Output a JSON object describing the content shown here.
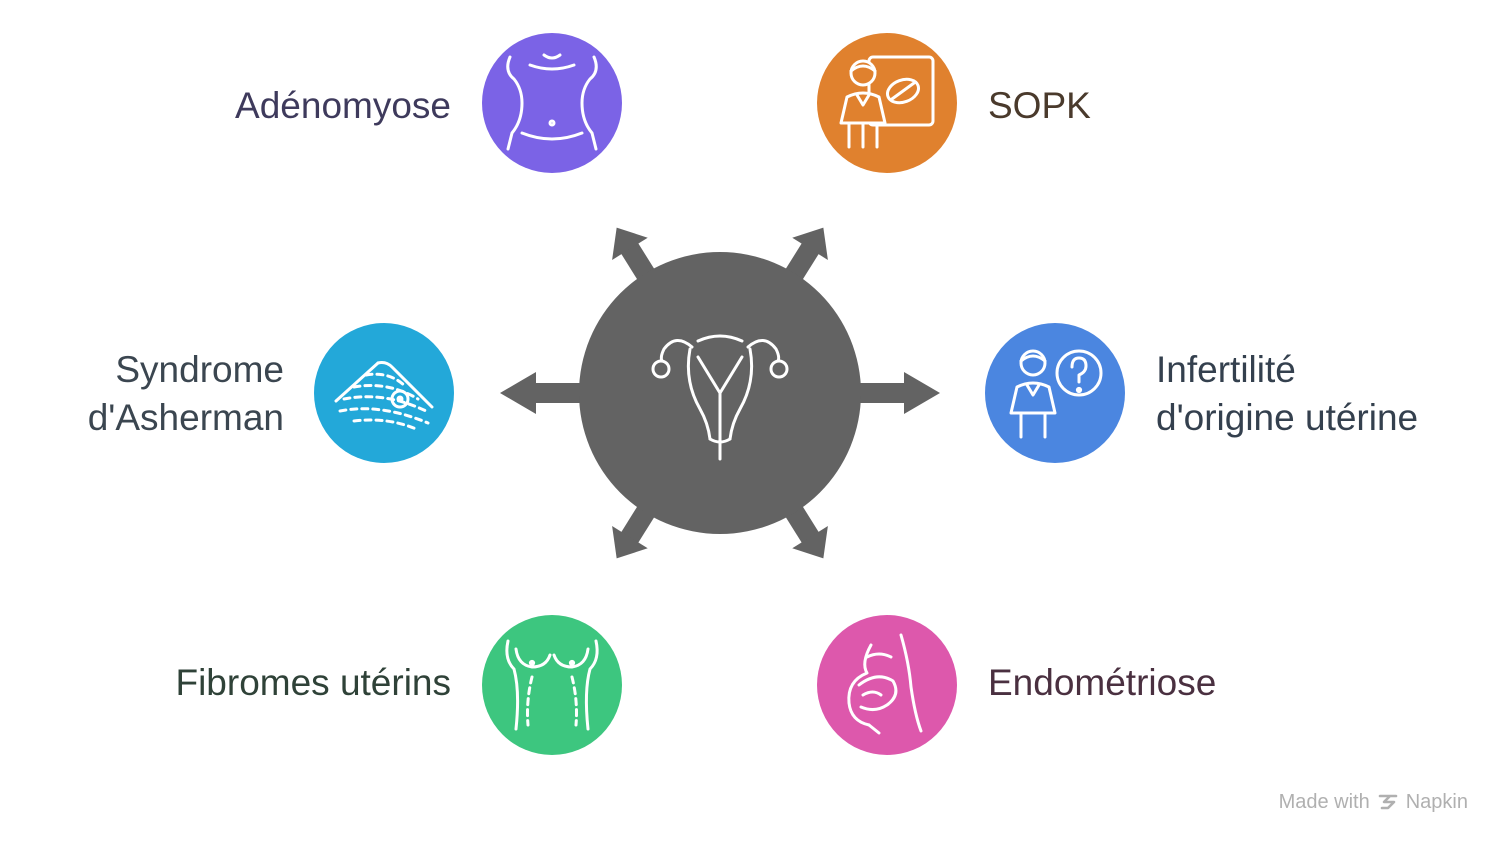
{
  "colors": {
    "hub": "#636363",
    "arrow": "#636363",
    "adenomyose": "#7b63e6",
    "sopk": "#e0812e",
    "asherman": "#23a8d9",
    "infertilite": "#4b86e0",
    "fibromes": "#3dc67f",
    "endometriose": "#dd58ac"
  },
  "hub": {
    "icon": "uterus-icon"
  },
  "items": {
    "adenomyose": {
      "label": [
        "Adénomyose"
      ],
      "icon": "abdomen-icon",
      "text_color": "#3e3a5c"
    },
    "sopk": {
      "label": [
        "SOPK"
      ],
      "icon": "doctor-ovary-board-icon",
      "text_color": "#4a3a2c"
    },
    "asherman": {
      "label": [
        "Syndrome",
        "d'Asherman"
      ],
      "icon": "ultrasound-scan-icon",
      "text_color": "#3b4650"
    },
    "infertilite": {
      "label": [
        "Infertilité",
        "d'origine utérine"
      ],
      "icon": "person-question-icon",
      "text_color": "#34404e"
    },
    "fibromes": {
      "label": [
        "Fibromes utérins"
      ],
      "icon": "torso-incision-icon",
      "text_color": "#2f4238"
    },
    "endometriose": {
      "label": [
        "Endométriose"
      ],
      "icon": "pregnant-belly-icon",
      "text_color": "#4a3040"
    }
  },
  "footer": {
    "made_with": "Made with",
    "brand": "Napkin"
  }
}
